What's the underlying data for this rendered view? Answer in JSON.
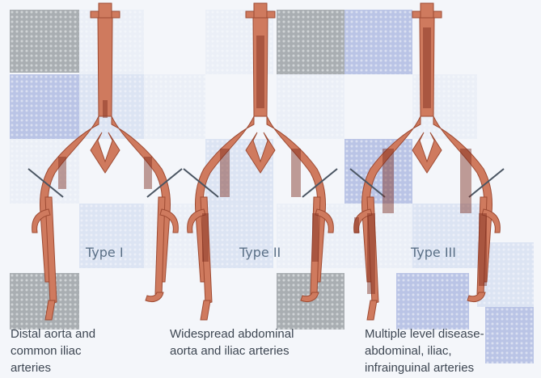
{
  "figure": {
    "panels": [
      {
        "label": "Type I",
        "caption": "Distal aorta and\ncommon iliac\narteries"
      },
      {
        "label": "Type II",
        "caption": "Widespread abdominal\naorta and iliac arteries"
      },
      {
        "label": "Type III",
        "caption": "Multiple level disease-\nabdominal, iliac,\ninfrainguinal arteries"
      }
    ]
  },
  "colors": {
    "artery": "#cf7a5e",
    "artery_edge": "#9e4b33",
    "disease_dark": "#7a2a1c",
    "clamp_line": "#4a5562",
    "tile_light": "#e4ebf5",
    "tile_mid": "#c9d6ee",
    "tile_blue": "#8b9dd6",
    "tile_gray": "#6d7479"
  }
}
